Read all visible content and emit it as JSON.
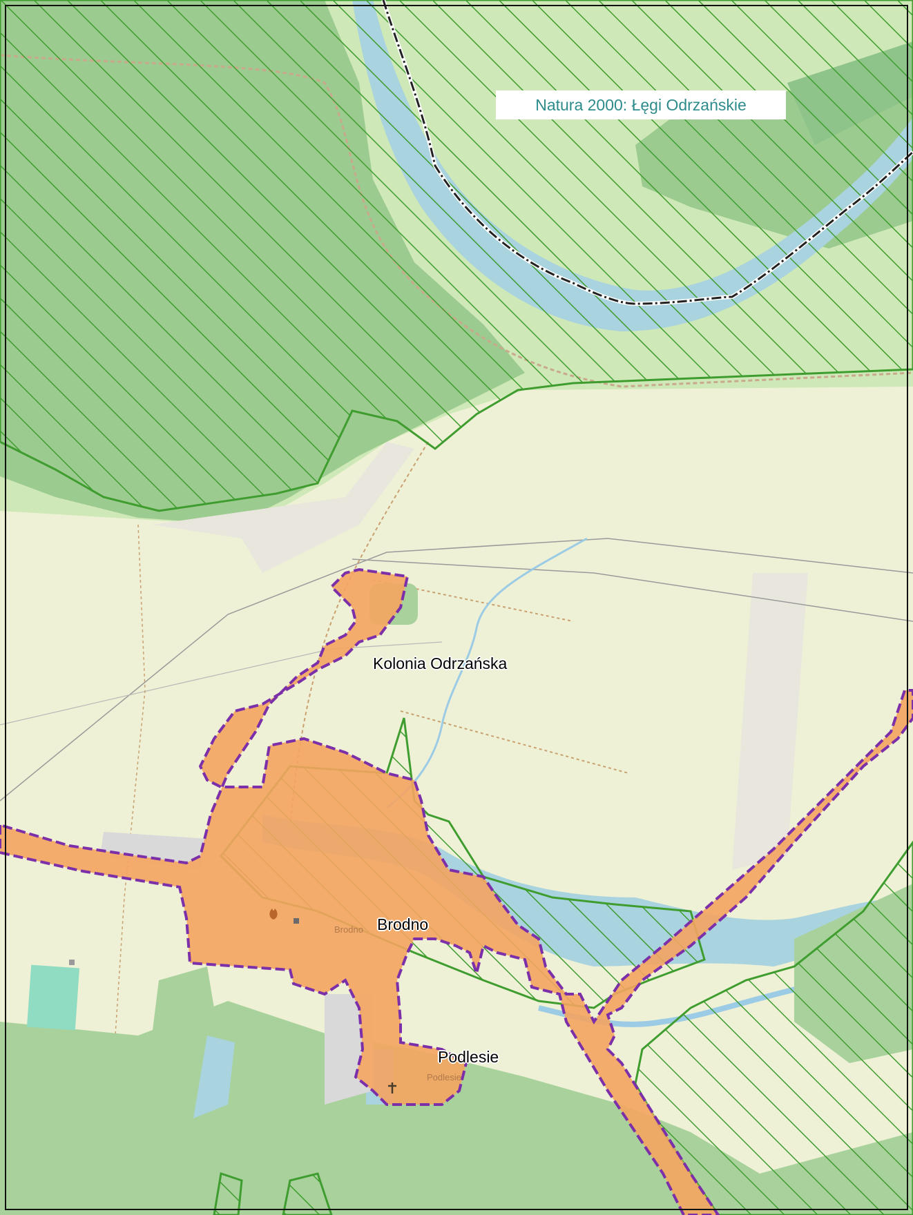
{
  "map": {
    "protected_area_label": "Natura 2000: Łęgi Odrzańskie",
    "places": {
      "kolonia": "Kolonia Odrzańska",
      "brodno": "Brodno",
      "podlesie": "Podlesie"
    },
    "basemap_labels": {
      "brodno_small": "Brodno",
      "podlesie_small": "Podlesie"
    },
    "colors": {
      "meadow": "#eef1d6",
      "forest": "#a9d19c",
      "forest_dark": "#8ec48a",
      "light_green": "#cfe8b7",
      "water": "#a9d3df",
      "settlement_fill": "#f4a460",
      "settlement_border": "#7b2fa8",
      "natura_outline": "#3f9d2f",
      "hatch": "#3f9d2f",
      "boundary": "#222222",
      "sports_pitch": "#8fdcc2"
    },
    "icons": [
      "cemetery-icon",
      "place-of-worship-icon"
    ]
  }
}
